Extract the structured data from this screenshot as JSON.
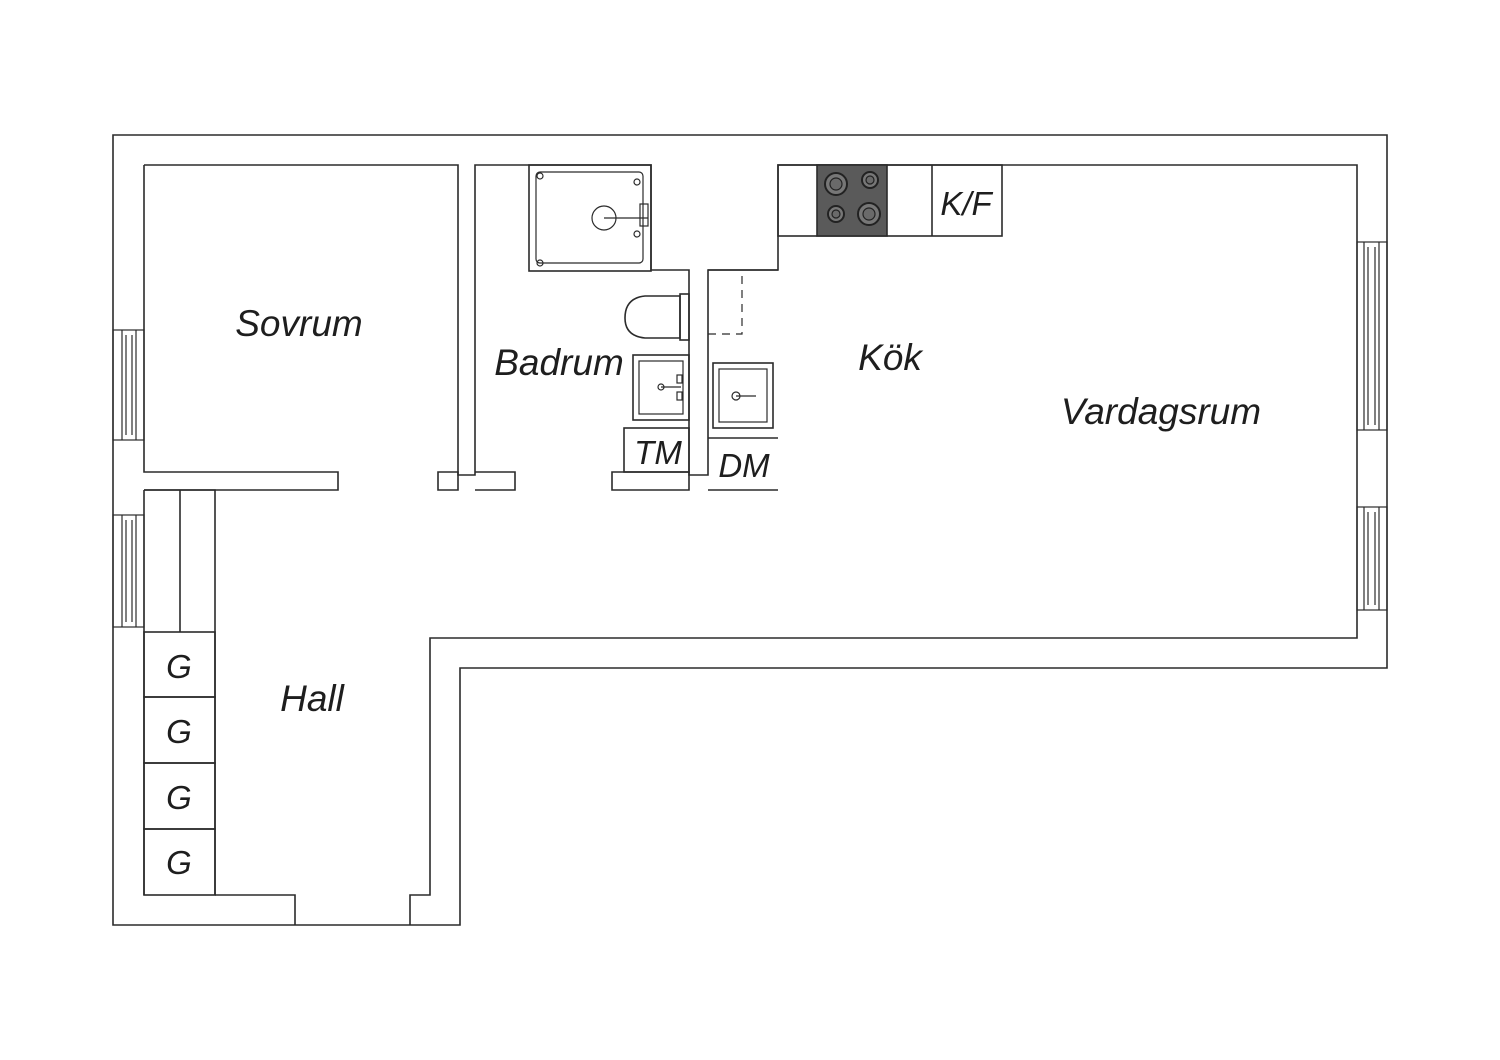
{
  "rooms": {
    "sovrum": "Sovrum",
    "badrum": "Badrum",
    "kok": "Kök",
    "vardagsrum": "Vardagsrum",
    "hall": "Hall"
  },
  "fixtures": {
    "tm": "TM",
    "dm": "DM",
    "kf": "K/F",
    "wardrobes": [
      "G",
      "G",
      "G",
      "G"
    ]
  },
  "colors": {
    "line": "#2b2b2b",
    "hob": "#5a5a5a",
    "background": "#ffffff"
  }
}
